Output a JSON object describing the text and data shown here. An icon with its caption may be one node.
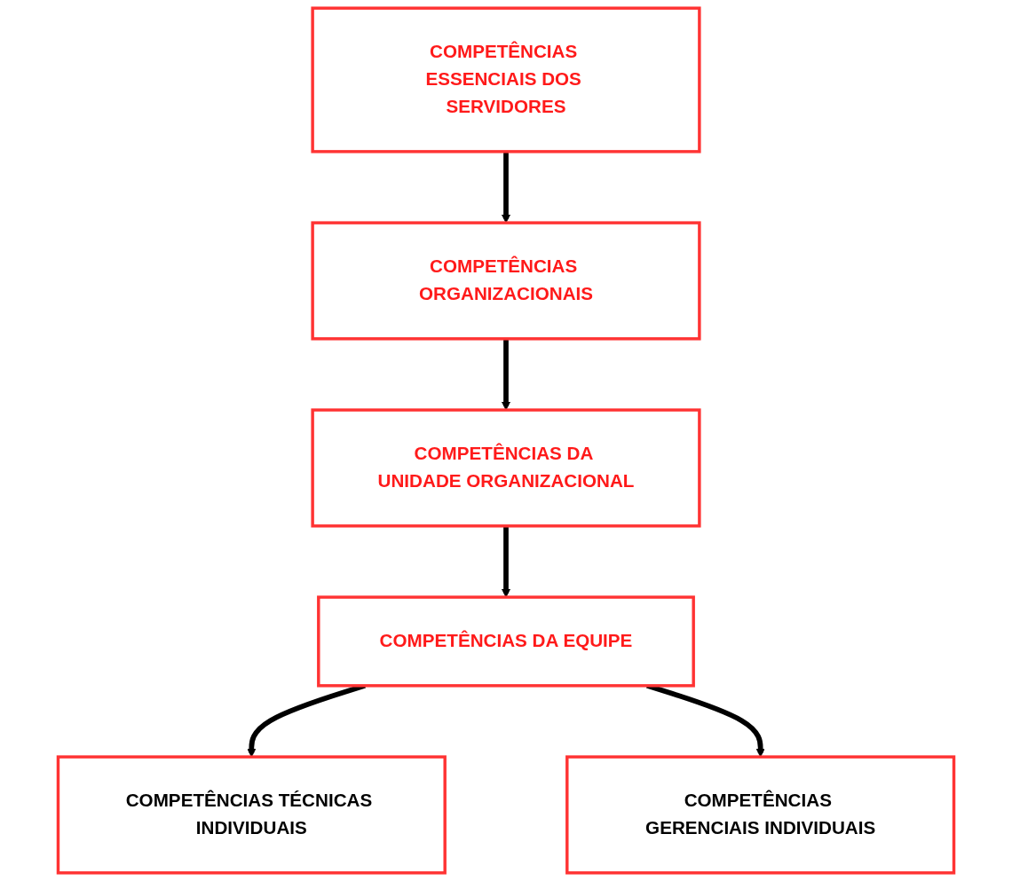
{
  "diagram": {
    "nodes": [
      {
        "text": [
          "COMPETÊNCIAS ESSENCIAIS DOS SERVIDORES"
        ]
      },
      {
        "text": [
          "COMPETÊNCIAS ORGANIZACIONAIS"
        ]
      },
      {
        "text": [
          "COMPETÊNCIAS DA UNIDADE ORGANIZACIONAL"
        ]
      },
      {
        "text": [
          "COMPETÊNCIAS DA EQUIPE"
        ]
      },
      {
        "text": [
          "COMPETÊNCIAS TÉCNICAS INDIVIDUAIS"
        ]
      },
      {
        "text": [
          "COMPETÊNCIAS GERENCIAIS INDIVIDUAIS"
        ]
      }
    ],
    "edges": [
      {
        "from": 0,
        "to": 1,
        "arrow": "to"
      },
      {
        "from": 1,
        "to": 2,
        "arrow": "to"
      },
      {
        "from": 2,
        "to": 3,
        "arrow": "to"
      },
      {
        "from": 3,
        "to": 4,
        "arrow": "to"
      },
      {
        "from": 3,
        "to": 5,
        "arrow": "to"
      }
    ]
  }
}
